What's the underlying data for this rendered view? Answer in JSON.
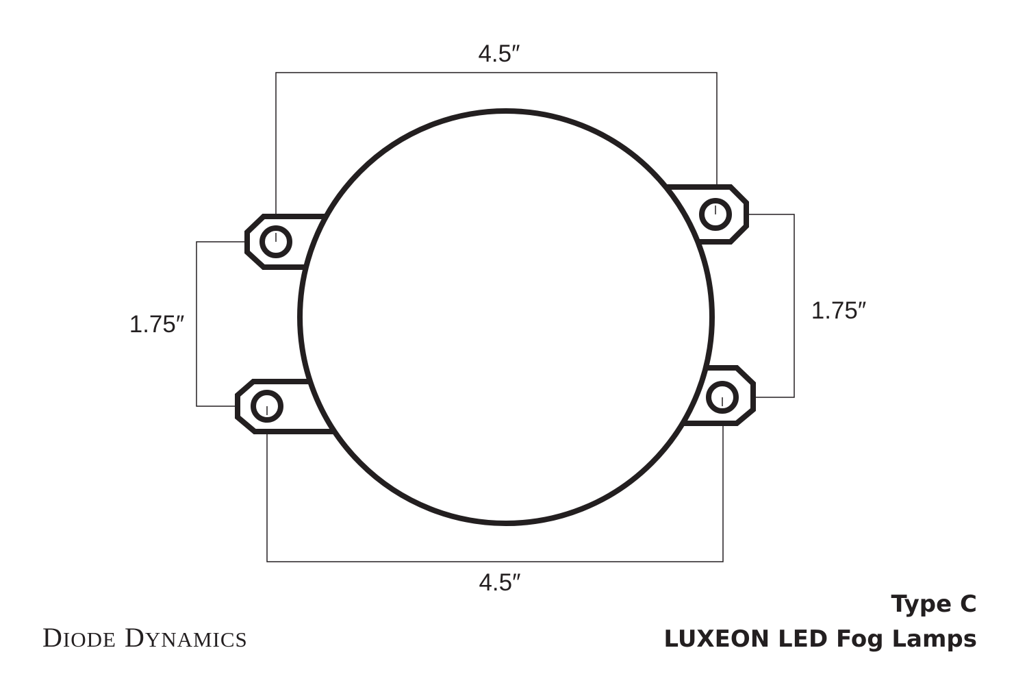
{
  "diagram": {
    "dimensions": {
      "top_width": "4.5″",
      "bottom_width": "4.5″",
      "left_height": "1.75″",
      "right_height": "1.75″"
    },
    "brand": {
      "name": "Diode Dynamics",
      "first_initial": "D",
      "first_rest": "IODE",
      "second_initial": "D",
      "second_rest": "YNAMICS"
    },
    "product": {
      "type": "Type C",
      "name": "LUXEON LED Fog Lamps"
    },
    "colors": {
      "line": "#231f20",
      "background": "#ffffff"
    }
  }
}
